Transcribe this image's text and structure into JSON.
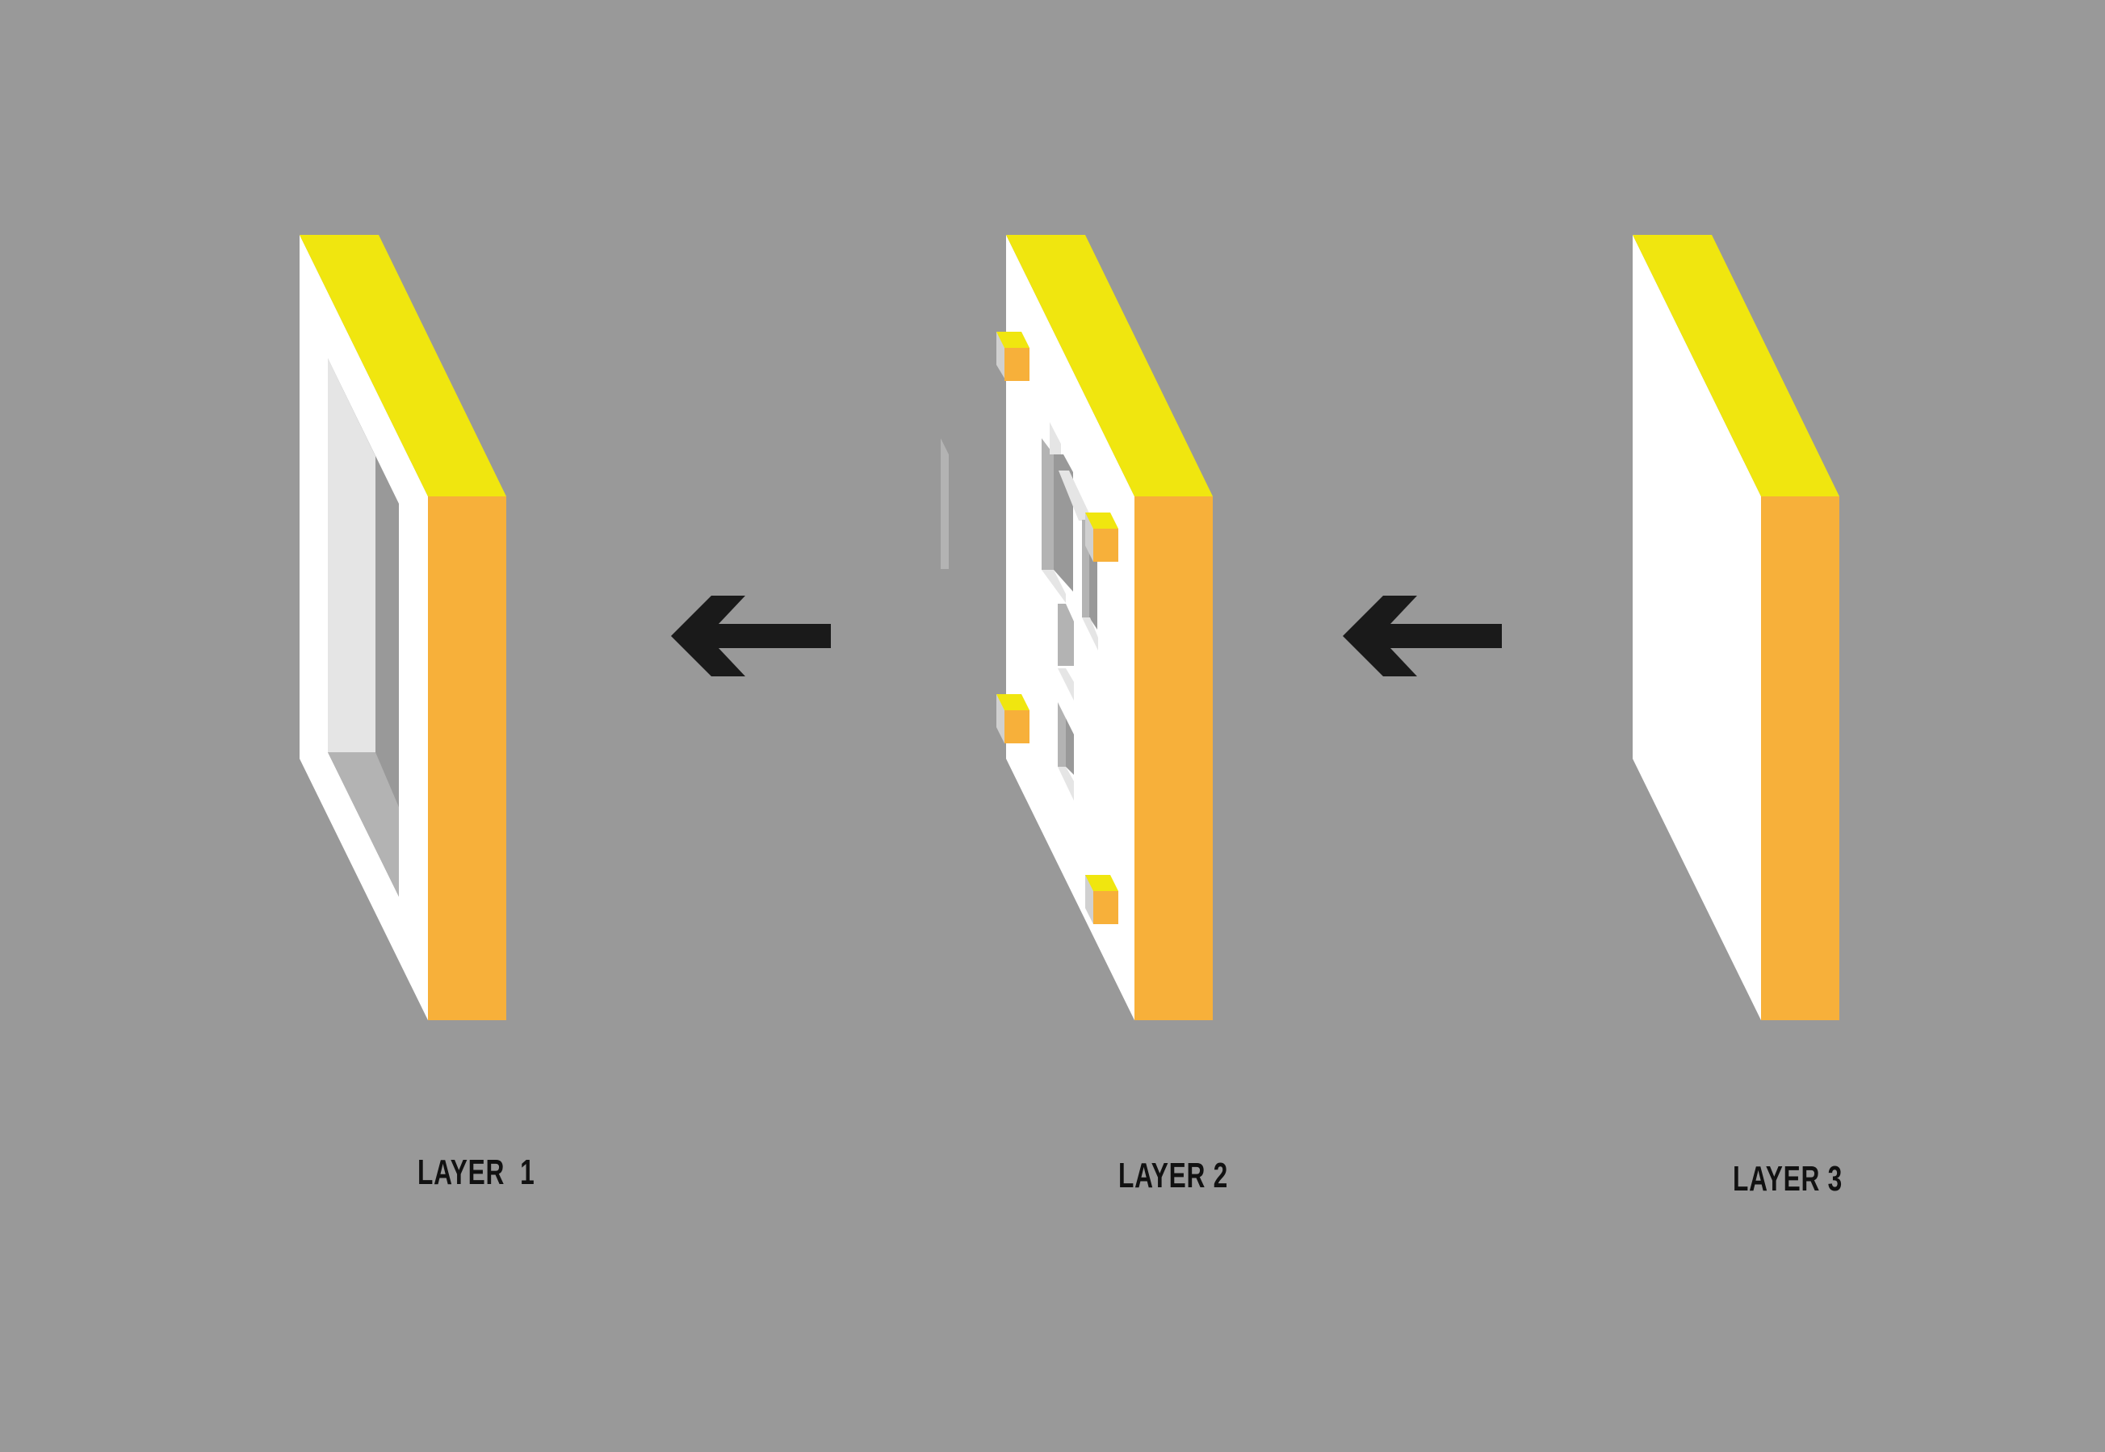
{
  "colors": {
    "background": "#999999",
    "face": "#FFFFFF",
    "top": "#F0E60F",
    "side": "#F7B03A",
    "hole_light": "#E5E5E5",
    "hole_shadow": "#B3B3B3",
    "peg_side": "#D0D0D0",
    "arrow": "#1A1A1A"
  },
  "layers": [
    {
      "id": 1,
      "label": "LAYER  1",
      "type": "frame"
    },
    {
      "id": 2,
      "label": "LAYER 2",
      "type": "slotted-panel-with-pegs"
    },
    {
      "id": 3,
      "label": "LAYER 3",
      "type": "solid-panel"
    }
  ],
  "arrows": [
    {
      "direction": "left",
      "between": "layer-2-to-layer-1"
    },
    {
      "direction": "left",
      "between": "layer-3-to-layer-2"
    }
  ]
}
